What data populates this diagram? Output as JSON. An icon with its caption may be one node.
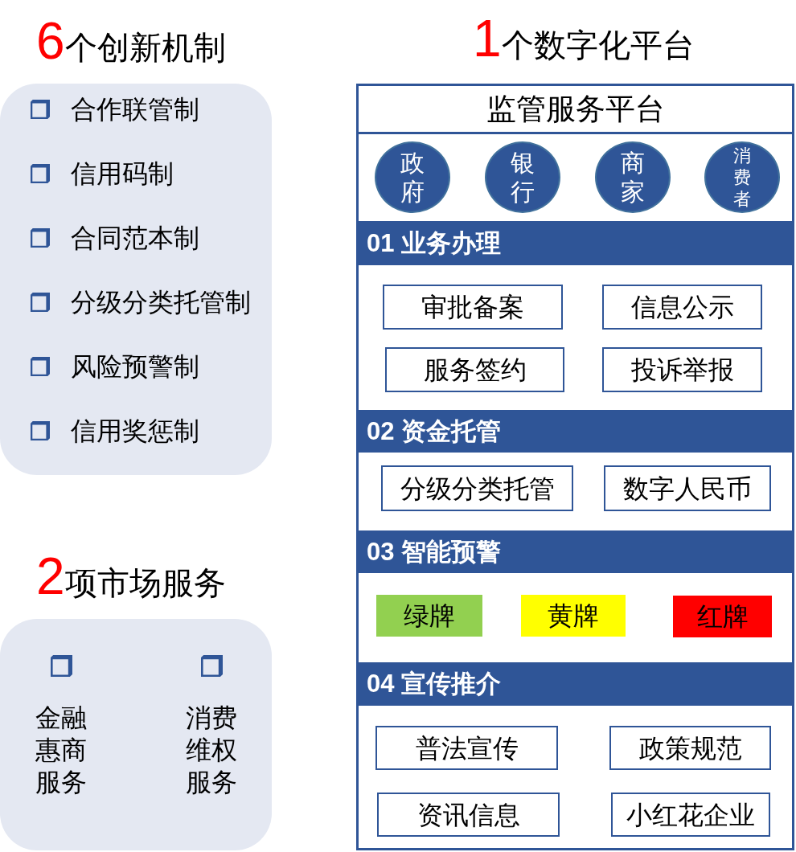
{
  "diagram": {
    "nodes": [
      {
        "text": [
          "6个创新机制",
          "合作联管制",
          "信用码制",
          "合同范本制",
          "分级分类托管制",
          "风险预警制",
          "信用奖惩制"
        ]
      },
      {
        "text": [
          "2项市场服务",
          "金融惠商服务",
          "消费维权服务"
        ]
      },
      {
        "text": [
          "1个数字化平台",
          "监管服务平台"
        ]
      },
      {
        "text": [
          "政府"
        ],
        "in": 2
      },
      {
        "text": [
          "银行"
        ],
        "in": 2
      },
      {
        "text": [
          "商家"
        ],
        "in": 2
      },
      {
        "text": [
          "消费者"
        ],
        "in": 2
      },
      {
        "text": [
          "01 业务办理"
        ],
        "in": 2
      },
      {
        "text": [
          "审批备案"
        ],
        "in": 2
      },
      {
        "text": [
          "信息公示"
        ],
        "in": 2
      },
      {
        "text": [
          "服务签约"
        ],
        "in": 2
      },
      {
        "text": [
          "投诉举报"
        ],
        "in": 2
      },
      {
        "text": [
          "02 资金托管"
        ],
        "in": 2
      },
      {
        "text": [
          "分级分类托管"
        ],
        "in": 2
      },
      {
        "text": [
          "数字人民币"
        ],
        "in": 2
      },
      {
        "text": [
          "03 智能预警"
        ],
        "in": 2
      },
      {
        "text": [
          "绿牌"
        ],
        "in": 2
      },
      {
        "text": [
          "黄牌"
        ],
        "in": 2
      },
      {
        "text": [
          "红牌"
        ],
        "in": 2
      },
      {
        "text": [
          "04 宣传推介"
        ],
        "in": 2
      },
      {
        "text": [
          "普法宣传"
        ],
        "in": 2
      },
      {
        "text": [
          "政策规范"
        ],
        "in": 2
      },
      {
        "text": [
          "资讯信息"
        ],
        "in": 2
      },
      {
        "text": [
          "小红花企业"
        ],
        "in": 2
      }
    ]
  }
}
